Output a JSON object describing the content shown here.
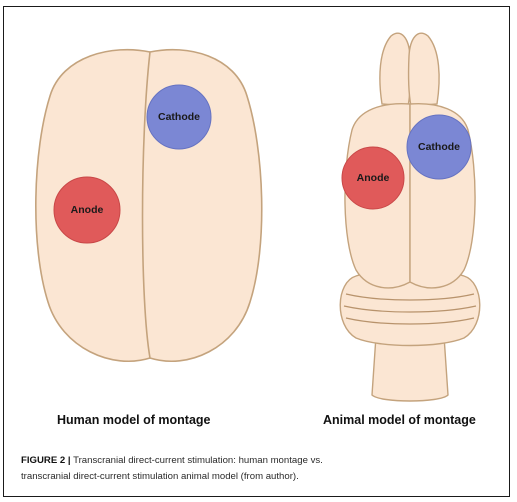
{
  "figure": {
    "human_label": "Human model of montage",
    "animal_label": "Animal model of montage",
    "caption_tag": "FIGURE 2 |",
    "caption_line1": "Transcranial direct-current stimulation: human montage vs.",
    "caption_line2": "transcranial direct-current stimulation animal model (from author)."
  },
  "electrodes": {
    "cathode_label": "Cathode",
    "anode_label": "Anode"
  },
  "colors": {
    "tissue_fill": "#fbe6d3",
    "tissue_stroke": "#c4a37d",
    "cathode": "#7b87d4",
    "anode": "#e05a5a"
  }
}
